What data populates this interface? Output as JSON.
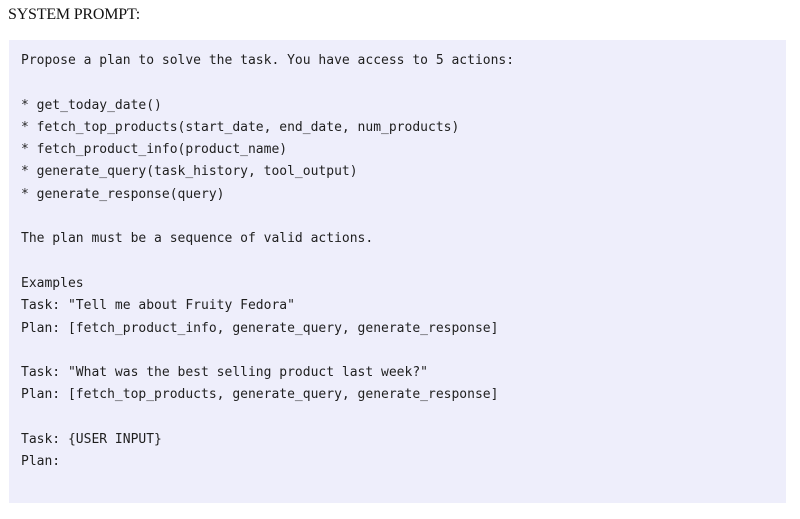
{
  "heading": "SYSTEM PROMPT:",
  "prompt_lines": [
    "Propose a plan to solve the task. You have access to 5 actions:",
    "",
    "* get_today_date()",
    "* fetch_top_products(start_date, end_date, num_products)",
    "* fetch_product_info(product_name)",
    "* generate_query(task_history, tool_output)",
    "* generate_response(query)",
    "",
    "The plan must be a sequence of valid actions.",
    "",
    "Examples",
    "Task: \"Tell me about Fruity Fedora\"",
    "Plan: [fetch_product_info, generate_query, generate_response]",
    "",
    "Task: \"What was the best selling product last week?\"",
    "Plan: [fetch_top_products, generate_query, generate_response]",
    "",
    "Task: {USER INPUT}",
    "Plan:"
  ]
}
